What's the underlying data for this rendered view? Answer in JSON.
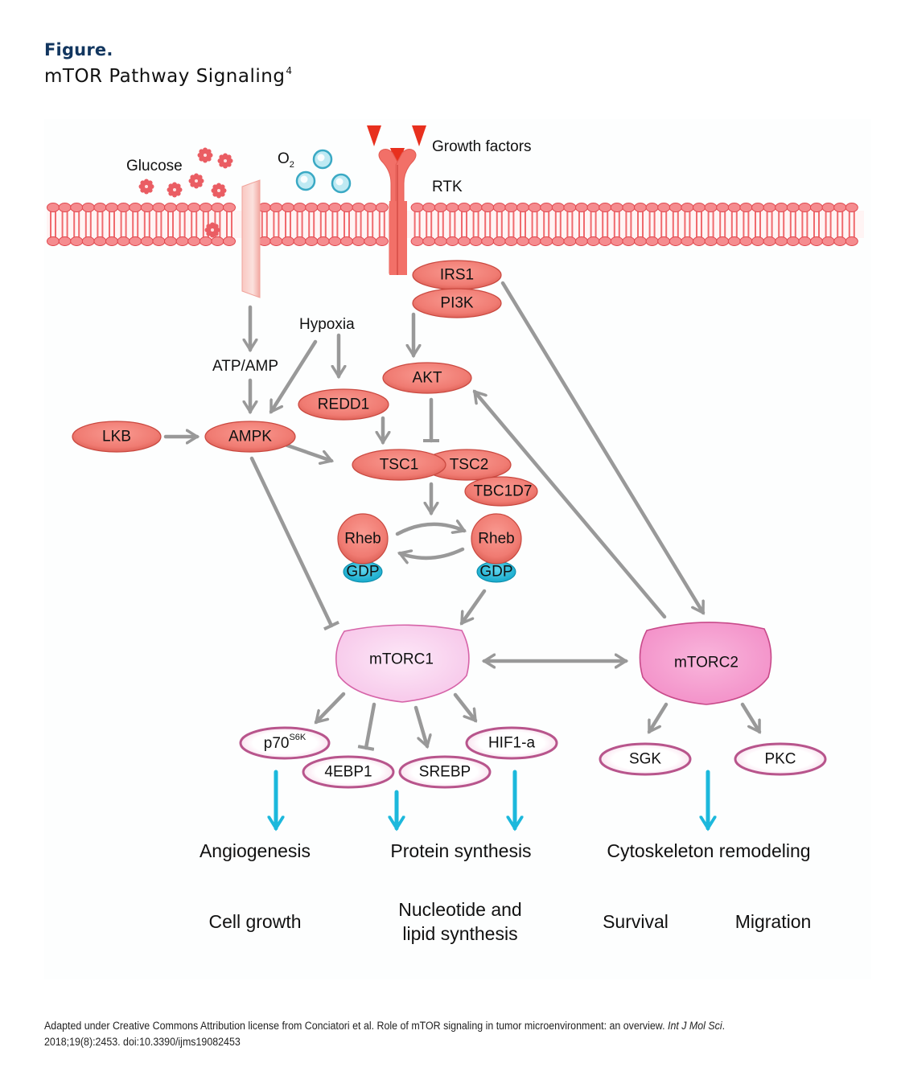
{
  "figure": {
    "label": "Figure.",
    "title": "mTOR Pathway Signaling",
    "title_superscript": "4"
  },
  "colors": {
    "title_blue": "#12365f",
    "node_fill": "#f07b72",
    "node_stroke": "#c9483f",
    "gdp_fill": "#1ab8d8",
    "mtorc1_fill": "#fbd7f1",
    "mtorc2_fill": "#f7a3d3",
    "effector_stroke": "#b8558c",
    "arrow_gray": "#999999",
    "outcome_arrow": "#1cb8dc",
    "membrane": "#f06a6e"
  },
  "membrane_labels": {
    "glucose": "Glucose",
    "o2": "O",
    "o2_subscript": "2",
    "growth_factors": "Growth factors",
    "rtk": "RTK"
  },
  "labels": {
    "hypoxia": "Hypoxia",
    "atp_amp": "ATP/AMP"
  },
  "nodes": {
    "irs1": "IRS1",
    "pi3k": "PI3K",
    "akt": "AKT",
    "redd1": "REDD1",
    "lkb": "LKB",
    "ampk": "AMPK",
    "tsc1": "TSC1",
    "tsc2": "TSC2",
    "tbc1d7": "TBC1D7",
    "rheb_left": "Rheb",
    "gdp_left": "GDP",
    "rheb_right": "Rheb",
    "gdp_right": "GDP",
    "mtorc1": "mTORC1",
    "mtorc2": "mTORC2"
  },
  "effectors": {
    "p70": "p70",
    "p70_superscript": "S6K",
    "four_ebp1": "4EBP1",
    "srebp": "SREBP",
    "hif1a": "HIF1-a",
    "sgk": "SGK",
    "pkc": "PKC"
  },
  "outcomes": {
    "angiogenesis": "Angiogenesis",
    "protein_synthesis": "Protein synthesis",
    "cytoskeleton": "Cytoskeleton remodeling",
    "cell_growth": "Cell growth",
    "nucleotide_line1": "Nucleotide and",
    "nucleotide_line2": "lipid synthesis",
    "survival": "Survival",
    "migration": "Migration"
  },
  "caption": {
    "text": "Adapted under Creative Commons Attribution license from Conciatori et al. Role of mTOR signaling in tumor microenvironment: an overview.",
    "journal": "Int J Mol Sci",
    "citation_line2": "2018;19(8):2453. doi:10.3390/ijms19082453"
  }
}
